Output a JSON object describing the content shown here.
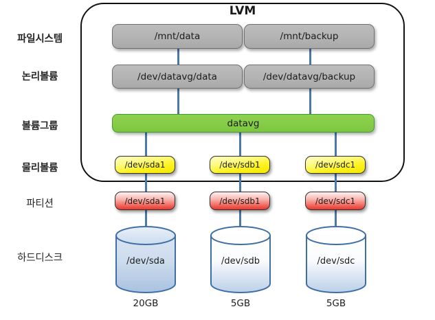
{
  "diagram": {
    "title": "LVM",
    "frame_label": "LVM",
    "accent_colors": {
      "connector": "#4a78ab",
      "volume_group": "#86cc47",
      "physical_volume": "#fdf21f",
      "partition": "#ef5c51",
      "filesystem_box": "#b3b3b3",
      "disk": "#b8cce4",
      "frame_border": "#111111"
    }
  },
  "row_labels": [
    {
      "id": "filesystem",
      "label": "파일시스템"
    },
    {
      "id": "logical-volume",
      "label": "논리볼륨"
    },
    {
      "id": "volume-group",
      "label": "볼륨그룹"
    },
    {
      "id": "physical-volume",
      "label": "물리볼륨"
    },
    {
      "id": "partition",
      "label": "파티션"
    },
    {
      "id": "harddisk",
      "label": "하드디스크"
    }
  ],
  "filesystems": [
    {
      "label": "/mnt/data"
    },
    {
      "label": "/mnt/backup"
    }
  ],
  "logical_volumes": [
    {
      "label": "/dev/datavg/data"
    },
    {
      "label": "/dev/datavg/backup"
    }
  ],
  "volume_group": {
    "label": "datavg"
  },
  "physical_volumes": [
    {
      "label": "/dev/sda1"
    },
    {
      "label": "/dev/sdb1"
    },
    {
      "label": "/dev/sdc1"
    }
  ],
  "partitions": [
    {
      "label": "/dev/sda1"
    },
    {
      "label": "/dev/sdb1"
    },
    {
      "label": "/dev/sdc1"
    }
  ],
  "disks": [
    {
      "label": "/dev/sda",
      "capacity": "20GB"
    },
    {
      "label": "/dev/sdb",
      "capacity": "5GB"
    },
    {
      "label": "/dev/sdc",
      "capacity": "5GB"
    }
  ]
}
